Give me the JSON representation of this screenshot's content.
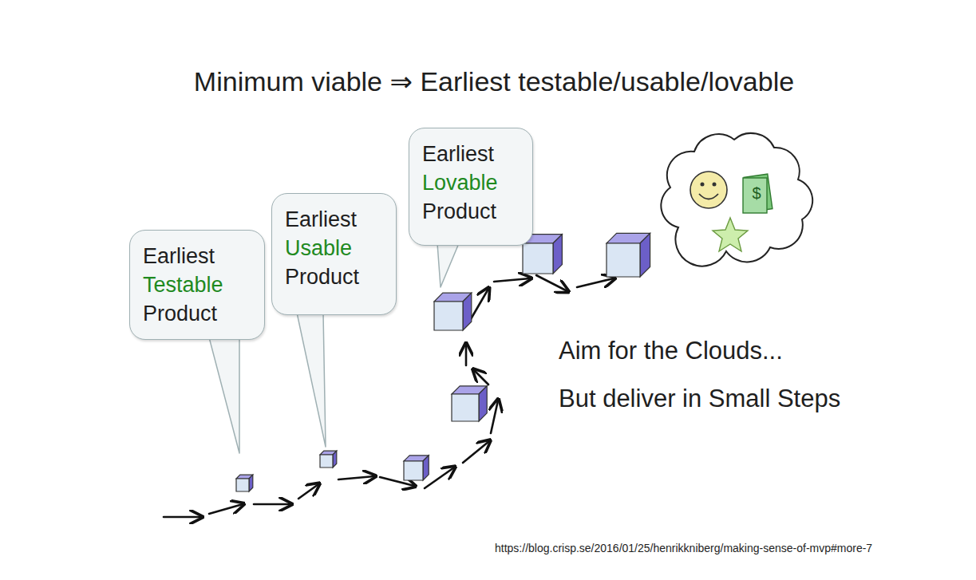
{
  "diagram": {
    "title": "Minimum viable ⇒ Earliest testable/usable/lovable",
    "nodes": [
      {
        "text": [
          "Earliest Testable Product"
        ]
      },
      {
        "text": [
          "Earliest Usable Product"
        ]
      },
      {
        "text": [
          "Earliest Lovable Product"
        ]
      }
    ],
    "labels": [
      "Aim for the Clouds...",
      "But deliver in Small Steps",
      "$",
      "https://blog.crisp.se/2016/01/25/henrikkniberg/making-sense-of-mvp#more-7"
    ]
  }
}
